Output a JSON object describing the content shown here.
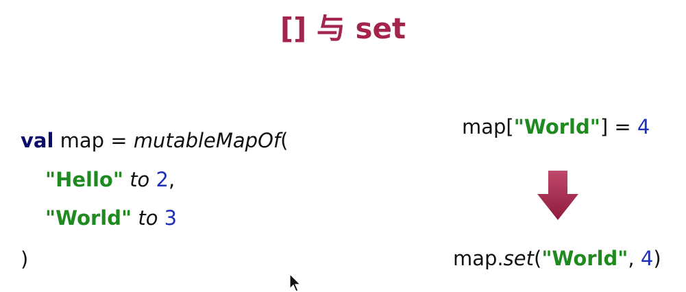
{
  "title": "[] 与 set",
  "left_code": {
    "line1": {
      "keyword": "val",
      "name": " map = ",
      "function": "mutableMapOf",
      "paren": "("
    },
    "line2": {
      "string": "\"Hello\"",
      "infix": "to",
      "number": "2",
      "comma": ","
    },
    "line3": {
      "string": "\"World\"",
      "infix": "to",
      "number": "3"
    },
    "line4": {
      "paren": ")"
    }
  },
  "right_code": {
    "top": {
      "prefix": "map[",
      "string": "\"World\"",
      "middle": "] = ",
      "number": "4"
    },
    "bottom": {
      "prefix": "map.",
      "method": "set",
      "open": "(",
      "string": "\"World\"",
      "sep": ", ",
      "number": "4",
      "close": ")"
    }
  },
  "colors": {
    "title": "#a3254c",
    "string": "#1f8a1f",
    "number": "#1f2fb8",
    "keyword": "#0b0b6b",
    "arrow": "#a3254c"
  },
  "icons": {
    "arrow": "down-arrow-icon",
    "cursor": "mouse-pointer-icon"
  }
}
